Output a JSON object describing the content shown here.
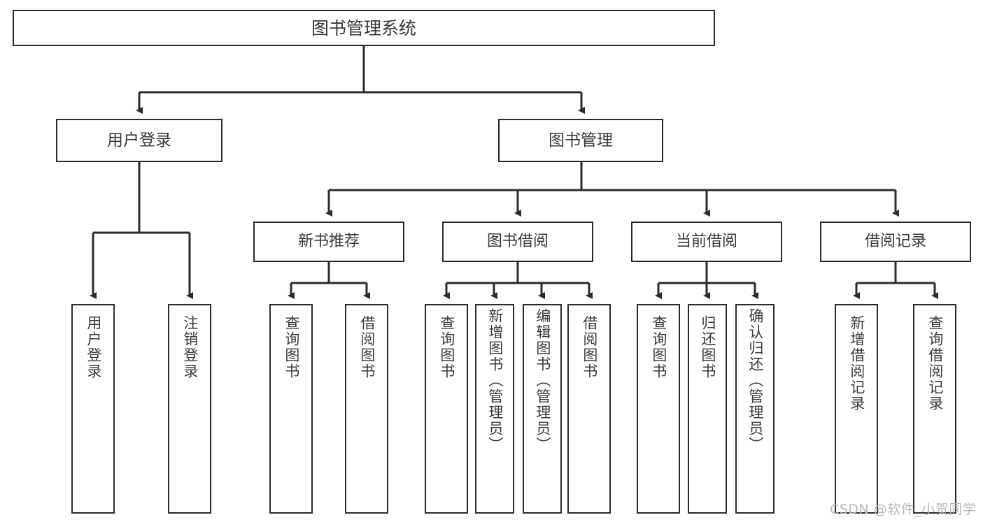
{
  "diagram": {
    "type": "tree",
    "title": "图书管理系统",
    "root": {
      "label": "图书管理系统"
    },
    "level2": [
      {
        "label": "用户登录"
      },
      {
        "label": "图书管理"
      }
    ],
    "level3": [
      {
        "label": "新书推荐"
      },
      {
        "label": "图书借阅"
      },
      {
        "label": "当前借阅"
      },
      {
        "label": "借阅记录"
      }
    ],
    "leaves": {
      "user_login": [
        {
          "label": "用户登录"
        },
        {
          "label": "注销登录"
        }
      ],
      "new_book_recommend": [
        {
          "label": "查询图书"
        },
        {
          "label": "借阅图书"
        }
      ],
      "book_borrow": [
        {
          "label": "查询图书"
        },
        {
          "label": "新增图书（管理员）"
        },
        {
          "label": "编辑图书（管理员）"
        },
        {
          "label": "借阅图书"
        }
      ],
      "current_borrow": [
        {
          "label": "查询图书"
        },
        {
          "label": "归还图书"
        },
        {
          "label": "确认归还（管理员）"
        }
      ],
      "borrow_record": [
        {
          "label": "新增借阅记录"
        },
        {
          "label": "查询借阅记录"
        }
      ]
    }
  },
  "watermark": {
    "text": "CSDN @软件_小贺同学"
  },
  "colors": {
    "stroke": "#2b2b2b",
    "text": "#3a3a3a",
    "background": "#ffffff",
    "watermark": "#b9b9b9"
  }
}
